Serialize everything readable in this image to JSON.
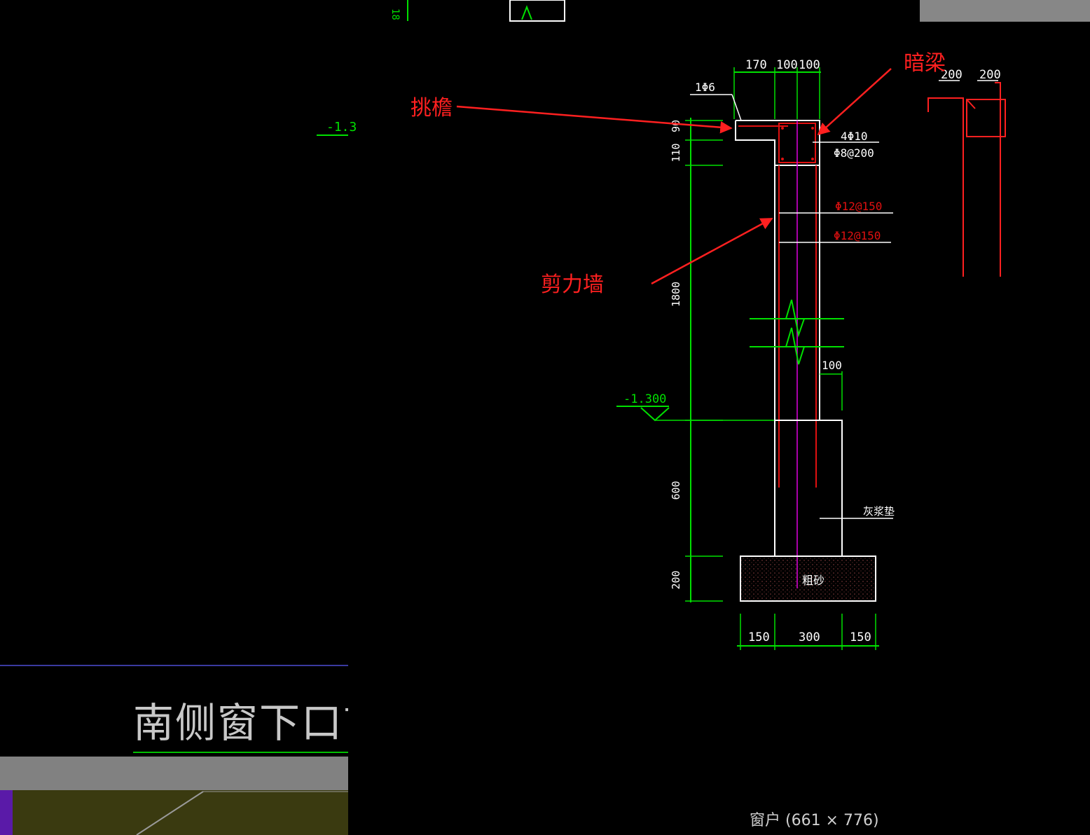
{
  "annotations": {
    "eave": "挑檐",
    "hidden_beam": "暗梁",
    "shear_wall": "剪力墙"
  },
  "dimensions": {
    "top": [
      "170",
      "100",
      "100"
    ],
    "bottom": [
      "150",
      "300",
      "150"
    ],
    "left_vertical": [
      "90",
      "110",
      "1800",
      "600",
      "200"
    ],
    "right_offset": "100",
    "far_right": [
      "200",
      "200"
    ]
  },
  "rebar_labels": {
    "eave_bar": "1Φ6",
    "beam_main": "4Φ10",
    "beam_stirrup": "Φ8@200",
    "wall_h": "Φ12@150",
    "wall_v": "Φ12@150"
  },
  "elevation": "-1.300",
  "left_elevation_fragment": "-1.3",
  "left_top_fragment": "18",
  "note_right": "灰浆垫",
  "footing_text": "粗砂",
  "left_title": "南侧窗下口首层",
  "caption": "窗户 (661 × 776)",
  "colors": {
    "annotation": "#ff2020",
    "dim_green": "#00e000",
    "rebar_red": "#e01010",
    "outline": "#ffffff",
    "axis": "#e000e0"
  }
}
